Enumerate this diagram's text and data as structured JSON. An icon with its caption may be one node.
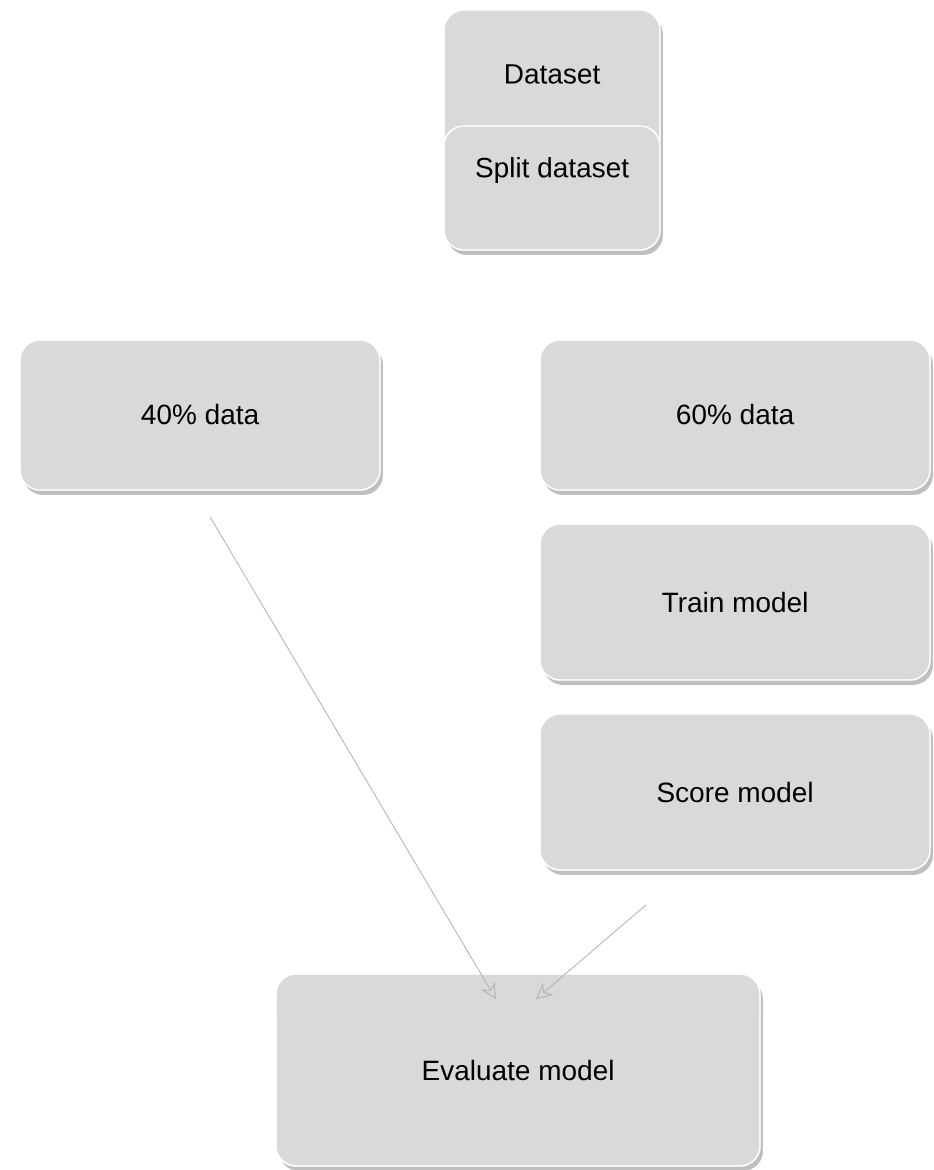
{
  "diagram": {
    "nodes": [
      {
        "text": [
          "Dataset"
        ]
      },
      {
        "text": [
          "Split dataset"
        ]
      },
      {
        "text": [
          "40% data"
        ]
      },
      {
        "text": [
          "60% data"
        ]
      },
      {
        "text": [
          "Train model"
        ]
      },
      {
        "text": [
          "Score model"
        ]
      },
      {
        "text": [
          "Evaluate model"
        ]
      }
    ],
    "edges": [
      {
        "from": 2,
        "to": 6,
        "arrow": "to"
      },
      {
        "from": 5,
        "to": 6,
        "arrow": "to"
      }
    ]
  }
}
